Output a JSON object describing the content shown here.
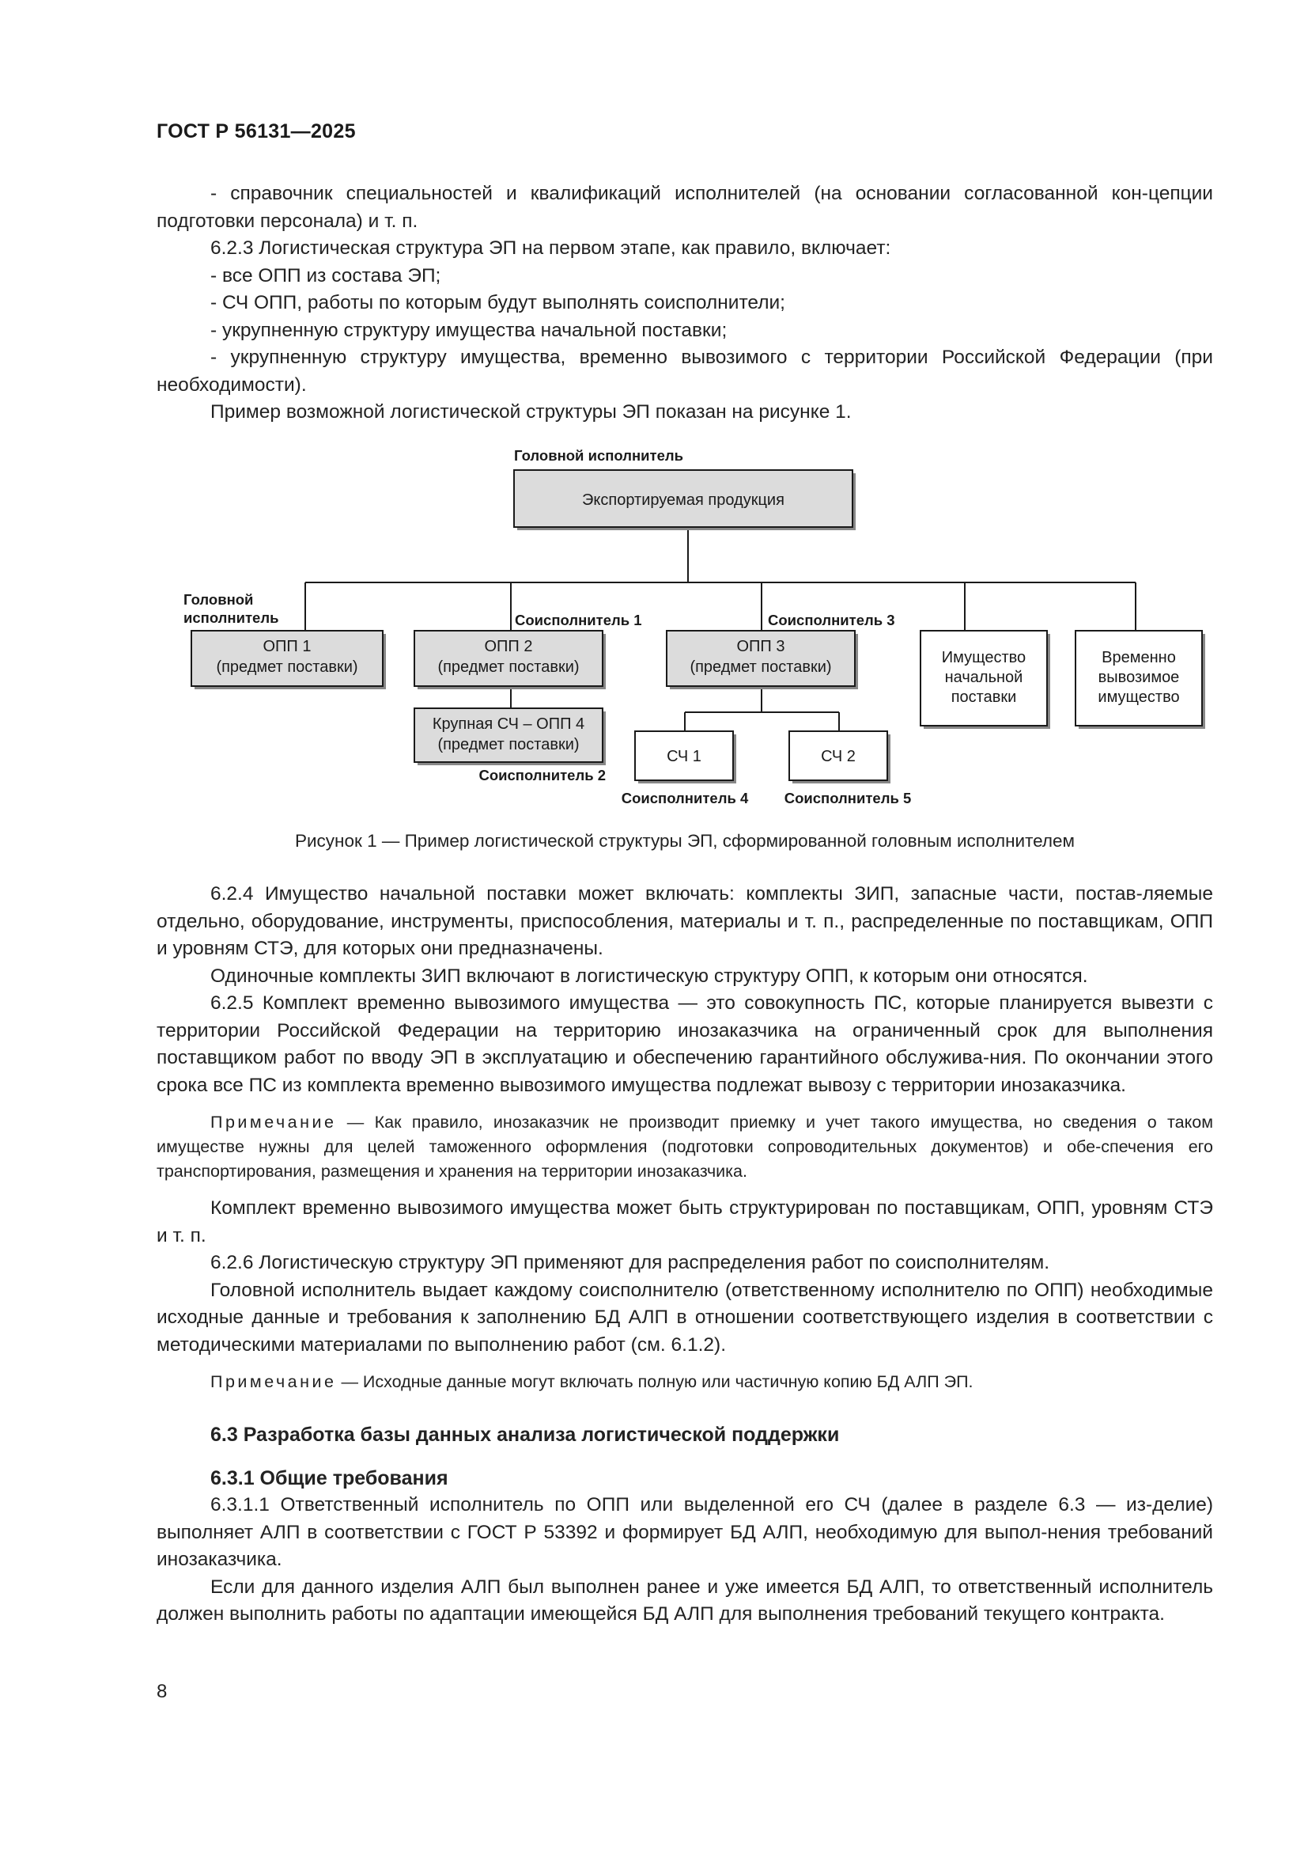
{
  "header": "ГОСТ Р 56131—2025",
  "top_paragraphs": [
    "- справочник специальностей и квалификаций исполнителей (на основании согласованной кон-цепции подготовки персонала) и т. п.",
    "6.2.3 Логистическая структура ЭП на первом этапе, как правило, включает:",
    "- все ОПП из состава ЭП;",
    "- СЧ ОПП, работы по которым будут выполнять соисполнители;",
    "- укрупненную структуру имущества начальной поставки;",
    "- укрупненную структуру имущества, временно вывозимого с территории Российской Федерации (при необходимости).",
    "Пример возможной логистической структуры ЭП показан на рисунке 1."
  ],
  "diagram": {
    "label_top": "Головной исполнитель",
    "root": "Экспортируемая продукция",
    "label_head_line1": "Головной",
    "label_head_line2": "исполнитель",
    "label_co1": "Соисполнитель 1",
    "label_co3": "Соисполнитель 3",
    "label_co2": "Соисполнитель 2",
    "label_co4": "Соисполнитель 4",
    "label_co5": "Соисполнитель 5",
    "opp1_line1": "ОПП 1",
    "opp1_line2": "(предмет поставки)",
    "opp2_line1": "ОПП 2",
    "opp2_line2": "(предмет поставки)",
    "opp3_line1": "ОПП 3",
    "opp3_line2": "(предмет поставки)",
    "opp4_line1": "Крупная СЧ – ОПП 4",
    "opp4_line2": "(предмет поставки)",
    "sch1": "СЧ 1",
    "sch2": "СЧ 2",
    "imush_line1": "Имущество",
    "imush_line2": "начальной",
    "imush_line3": "поставки",
    "vrem_line1": "Временно",
    "vrem_line2": "вывозимое",
    "vrem_line3": "имущество"
  },
  "figure_caption": "Рисунок 1 — Пример логистической структуры ЭП, сформированной головным исполнителем",
  "body": {
    "p1": "6.2.4 Имущество начальной поставки может включать: комплекты ЗИП, запасные части, постав-ляемые отдельно, оборудование, инструменты, приспособления, материалы и т. п., распределенные по поставщикам, ОПП и уровням СТЭ, для которых они предназначены.",
    "p2": "Одиночные комплекты ЗИП включают в логистическую структуру ОПП, к которым они относятся.",
    "p3": "6.2.5 Комплект временно вывозимого имущества — это совокупность ПС, которые планируется вывезти с территории Российской Федерации на территорию инозаказчика на ограниченный срок для выполнения поставщиком работ по вводу ЭП в эксплуатацию и обеспечению гарантийного обслужива-ния. По окончании этого срока все ПС из комплекта временно вывозимого имущества подлежат вывозу с территории инозаказчика.",
    "note1_label": "Примечание",
    "note1_text": "— Как правило, инозаказчик не производит приемку и учет такого имущества, но сведения о таком имуществе нужны для целей таможенного оформления (подготовки сопроводительных документов) и обе-спечения его транспортирования, размещения и хранения на территории инозаказчика.",
    "p4": "Комплект временно вывозимого имущества может быть структурирован по поставщикам, ОПП, уровням СТЭ и т. п.",
    "p5": "6.2.6 Логистическую структуру ЭП применяют для распределения работ по соисполнителям.",
    "p6": "Головной исполнитель выдает каждому соисполнителю (ответственному исполнителю по ОПП) необходимые исходные данные и требования к заполнению БД АЛП в отношении соответствующего изделия в соответствии с методическими материалами по выполнению работ (см. 6.1.2).",
    "note2_label": "Примечание",
    "note2_text": "— Исходные данные могут включать полную или частичную копию БД АЛП ЭП.",
    "h63": "6.3 Разработка базы данных анализа логистической поддержки",
    "h631": "6.3.1 Общие требования",
    "p7": "6.3.1.1 Ответственный исполнитель по ОПП или выделенной его СЧ (далее в разделе 6.3 — из-делие) выполняет АЛП в соответствии с ГОСТ Р 53392 и формирует БД АЛП, необходимую для выпол-нения требований инозаказчика.",
    "p8": "Если для данного изделия АЛП был выполнен ранее и уже имеется БД АЛП, то ответственный исполнитель должен выполнить работы по адаптации имеющейся БД АЛП для выполнения требований текущего контракта."
  },
  "page_number": "8"
}
